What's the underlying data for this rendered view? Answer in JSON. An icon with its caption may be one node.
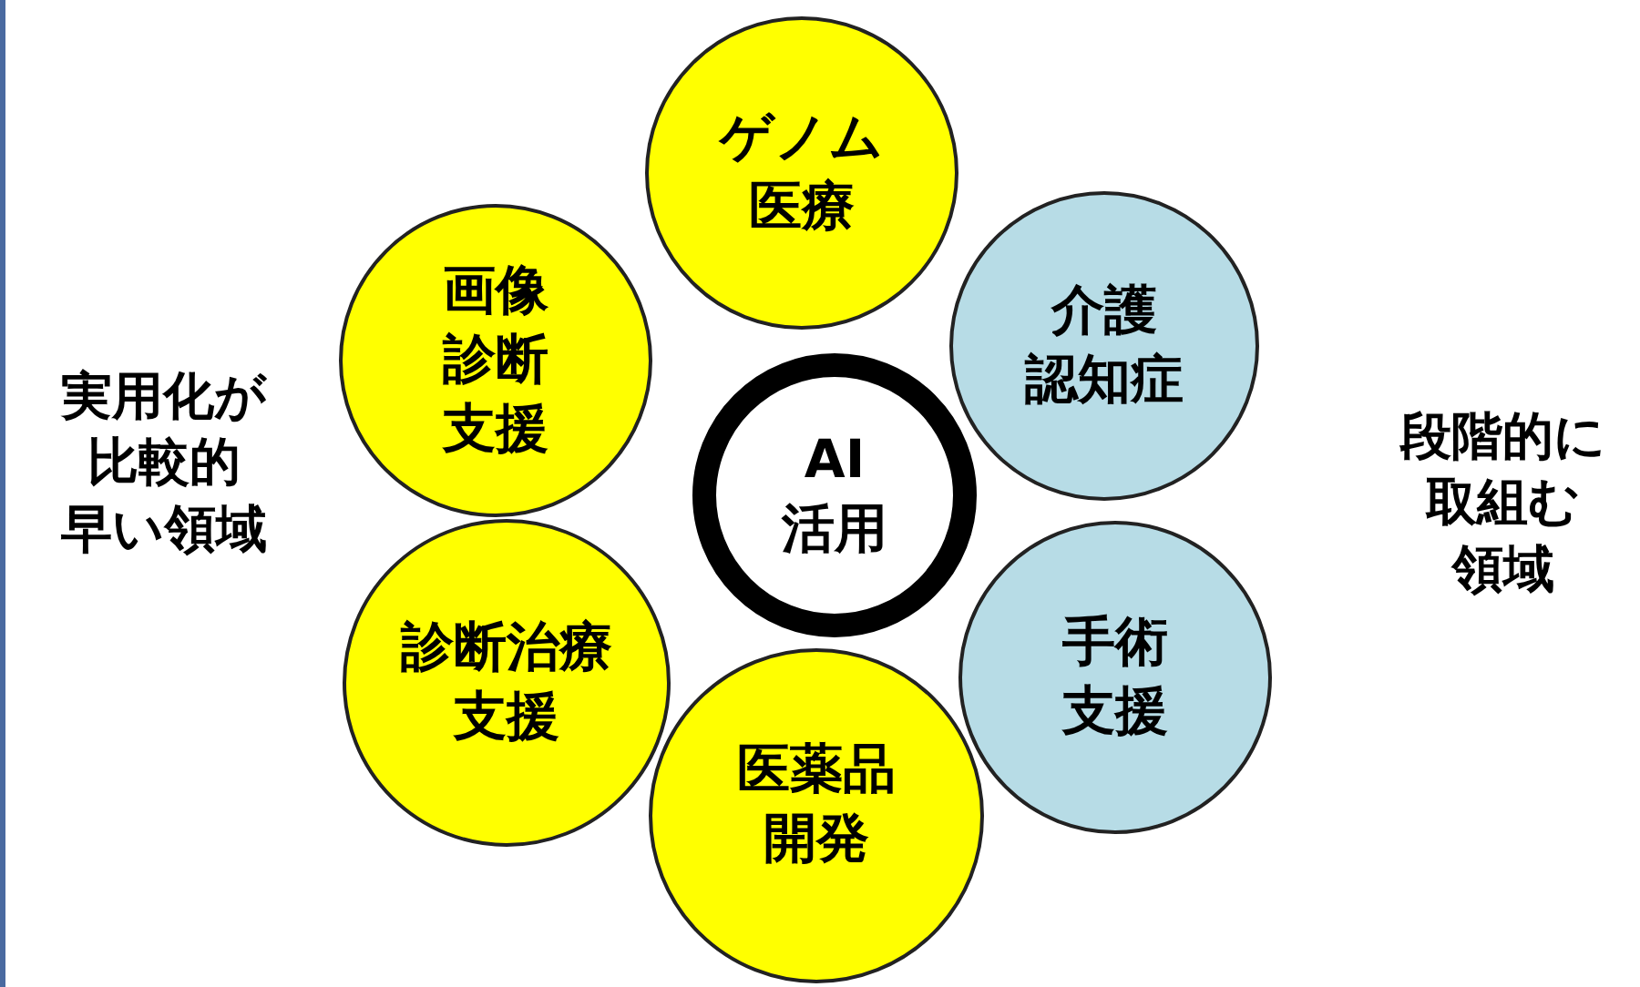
{
  "diagram": {
    "nodes": [
      {
        "text": [
          "ゲノム医療"
        ]
      },
      {
        "text": [
          "画像診断支援"
        ]
      },
      {
        "text": [
          "診断治療支援"
        ]
      },
      {
        "text": [
          "医薬品開発"
        ]
      },
      {
        "text": [
          "介護認知症"
        ]
      },
      {
        "text": [
          "手術支援"
        ]
      },
      {
        "text": [
          "AI活用"
        ]
      }
    ],
    "edges": [],
    "labels": [
      "実用化が比較的早い領域",
      "段階的に取組む領域"
    ]
  }
}
